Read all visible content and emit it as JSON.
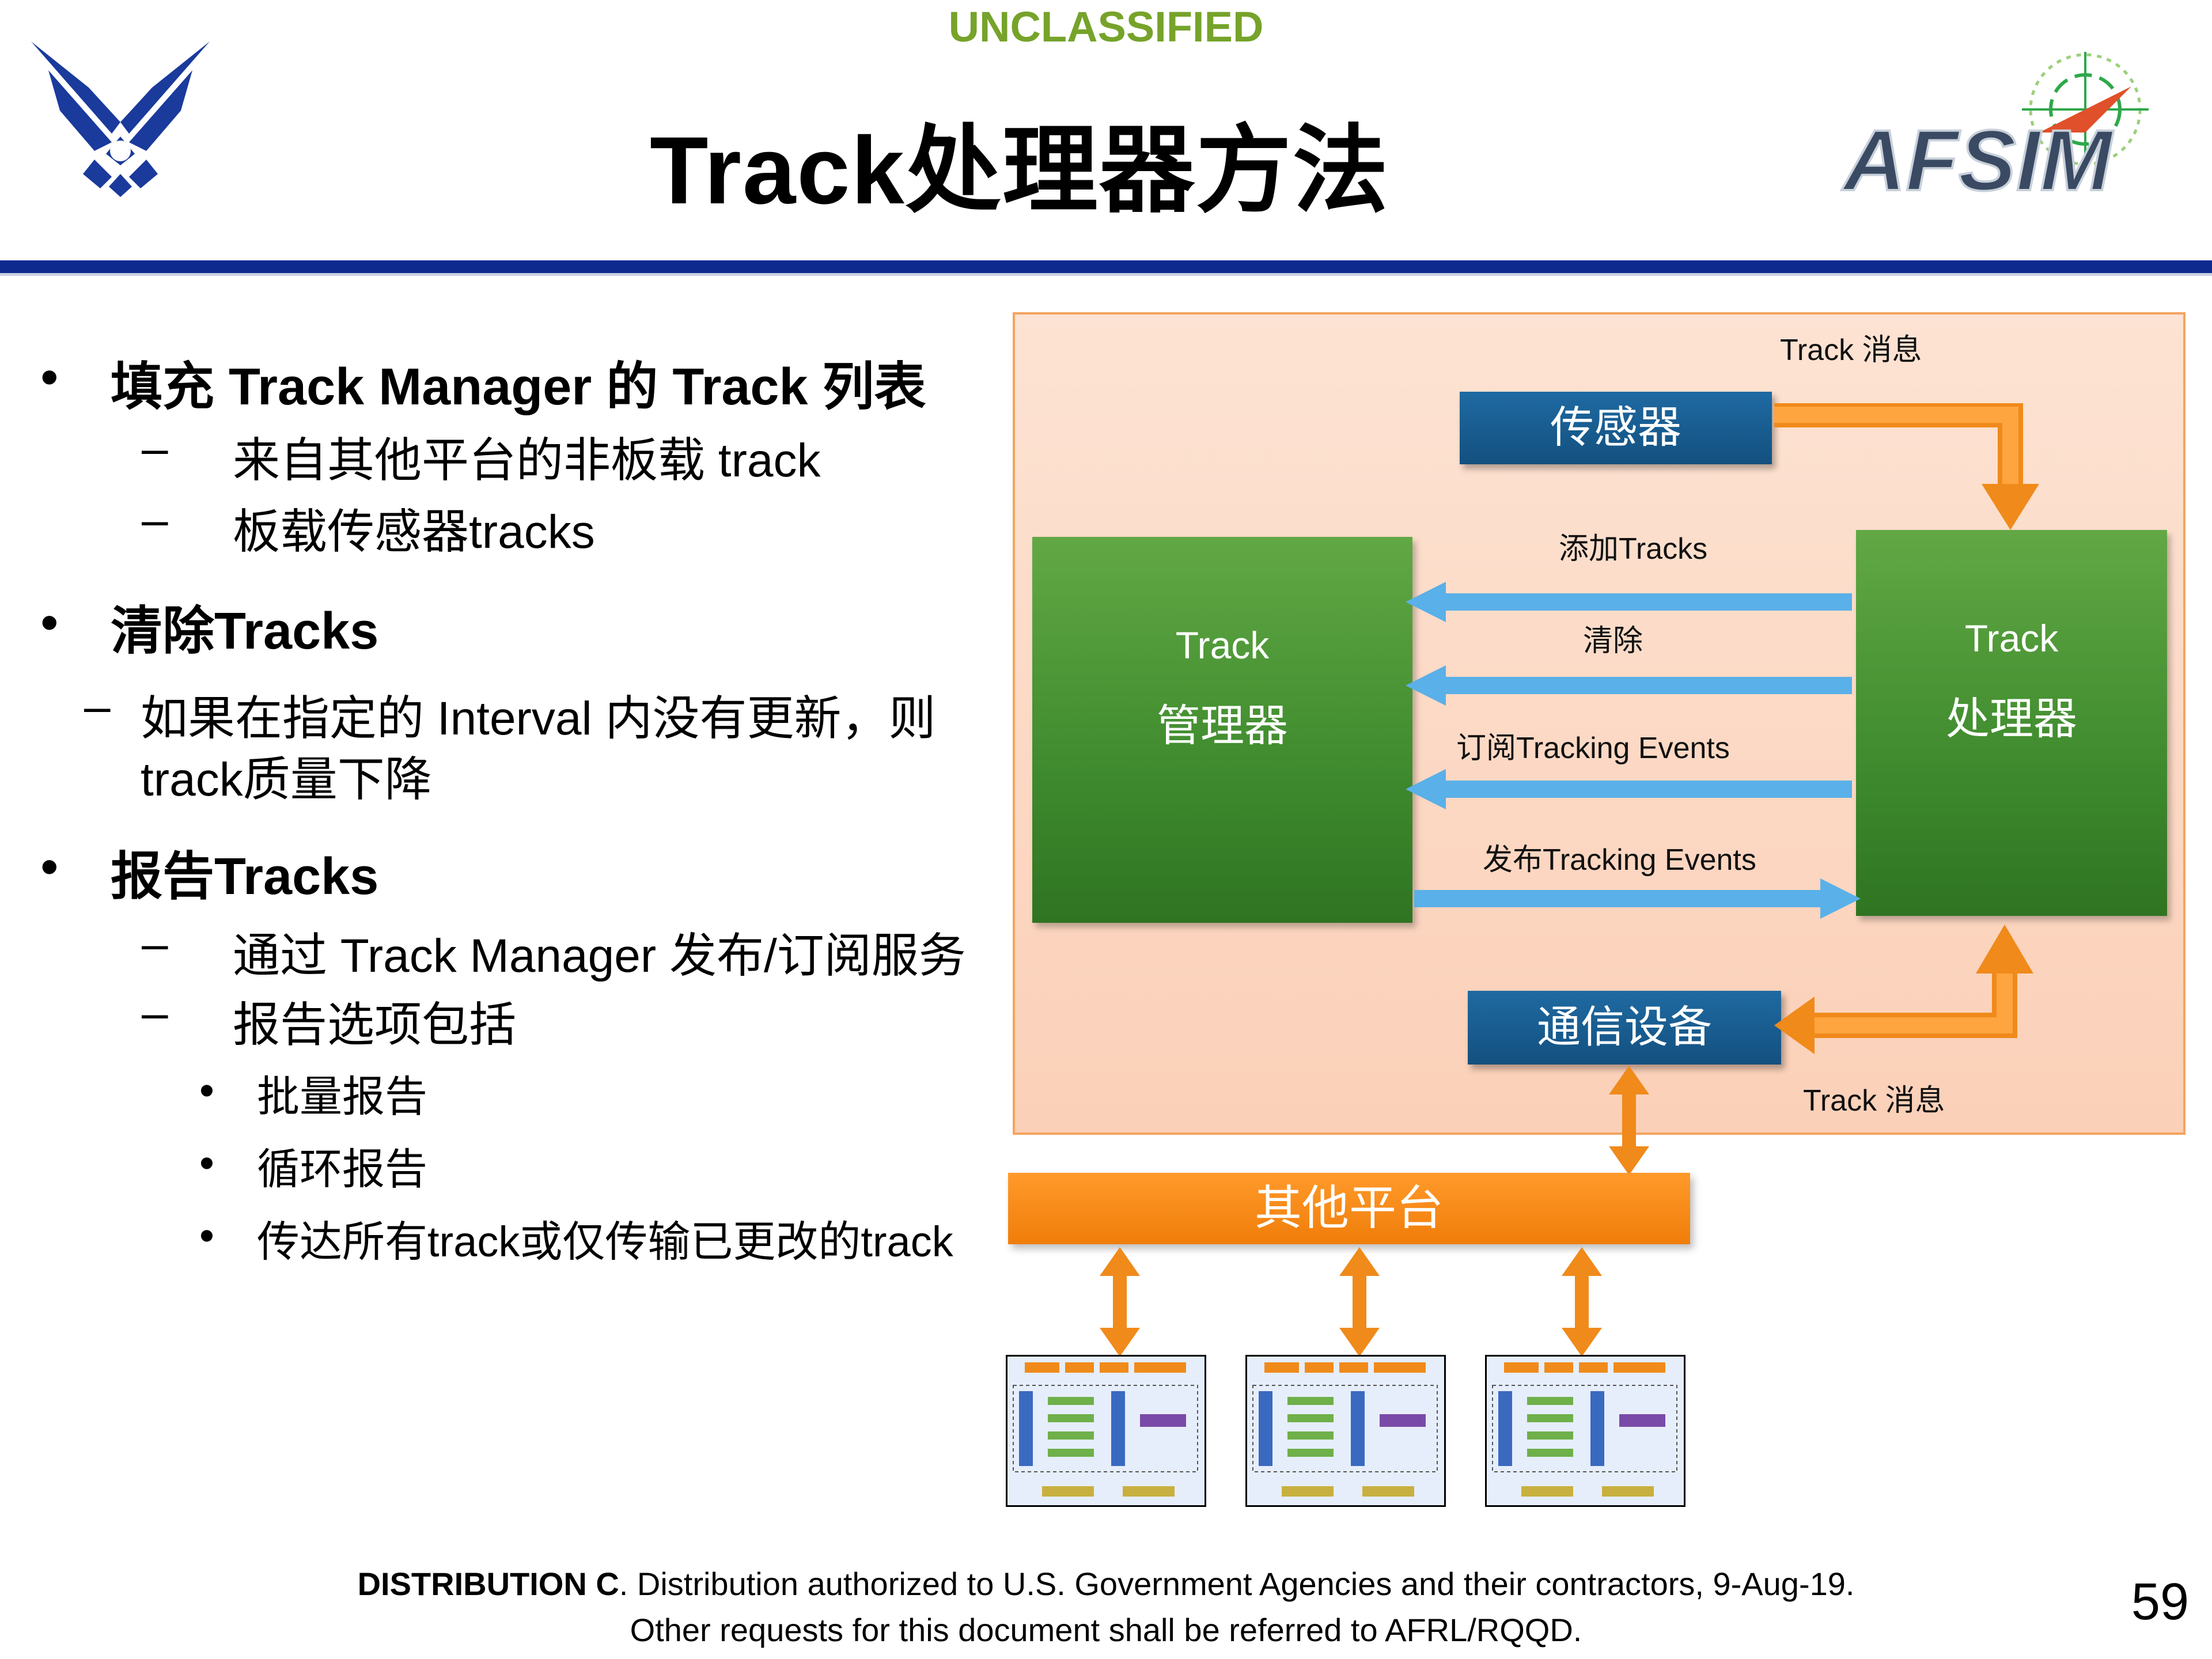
{
  "header": {
    "classification": "UNCLASSIFIED",
    "title": "Track处理器方法",
    "logo_left": "air-force-wings-logo",
    "logo_right": "AFSIM"
  },
  "bullets": {
    "b1_title": "填充 Track Manager 的 Track 列表",
    "b1_sub1": "来自其他平台的非板载 track",
    "b1_sub2": "板载传感器tracks",
    "b2_title": "清除Tracks",
    "b2_sub1_line1": "如果在指定的 Interval 内没有更新，则",
    "b2_sub1_line2": "track质量下降",
    "b3_title": "报告Tracks",
    "b3_sub1": "通过 Track Manager 发布/订阅服务",
    "b3_sub2": "报告选项包括",
    "b3_sub2_items": [
      "批量报告",
      "循环报告",
      "传达所有track或仅传输已更改的track"
    ]
  },
  "diagram": {
    "track_msg_top": "Track 消息",
    "sensor": "传感器",
    "add_tracks": "添加Tracks",
    "clear": "清除",
    "subscribe": "订阅Tracking Events",
    "publish": "发布Tracking Events",
    "manager_l1": "Track",
    "manager_l2": "管理器",
    "processor_l1": "Track",
    "processor_l2": "处理器",
    "comms": "通信设备",
    "track_msg_bottom": "Track 消息",
    "other_platforms": "其他平台"
  },
  "footer": {
    "dist_bold": "DISTRIBUTION C",
    "dist_rest": ". Distribution authorized to U.S. Government Agencies and their contractors, 9-Aug-19.",
    "line2": "Other requests for this document shall be referred to AFRL/RQQD.",
    "page": "59"
  },
  "colors": {
    "classification": "#76a32a",
    "rule": "#0e2a8f",
    "green": "#4a9535",
    "blue": "#13507f",
    "orange": "#f5820f",
    "arrow_blue": "#5ab0e8"
  }
}
